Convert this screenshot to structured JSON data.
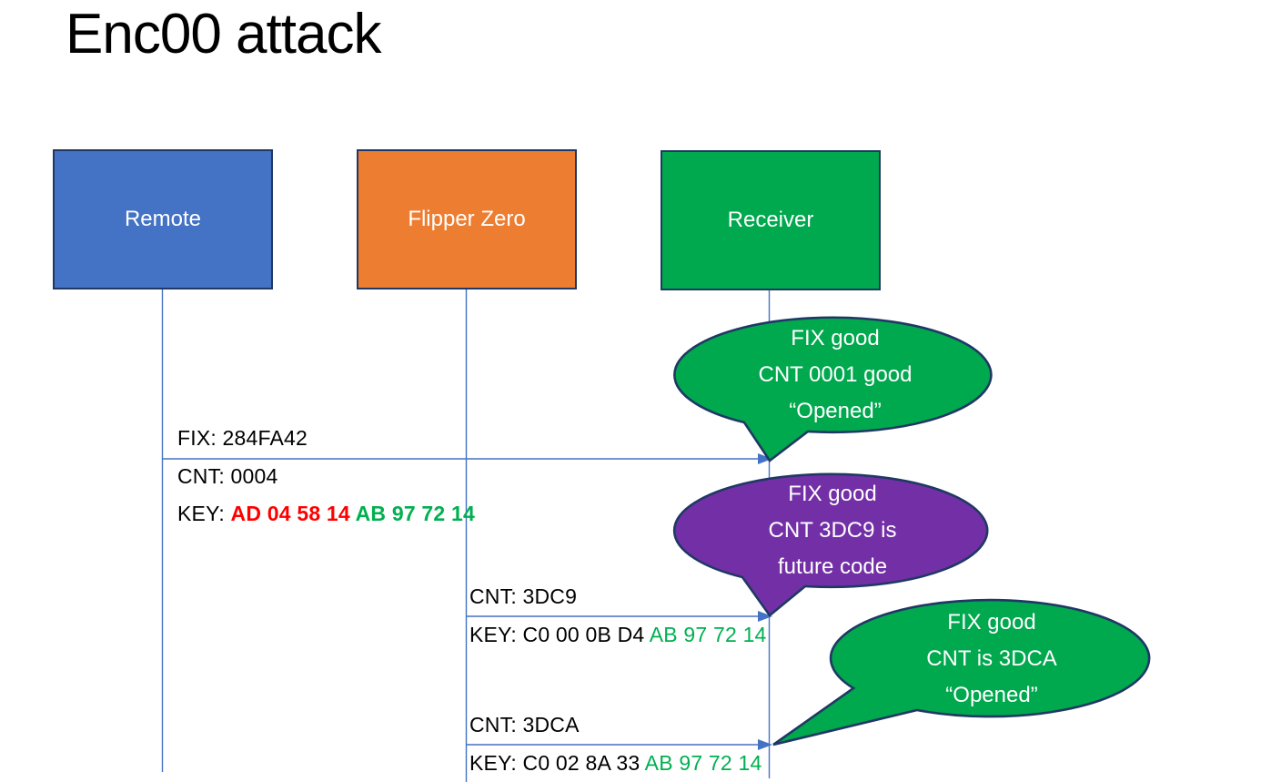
{
  "title": "Enc00 attack",
  "actors": {
    "remote": {
      "label": "Remote",
      "color": "#4472C4"
    },
    "flipper": {
      "label": "Flipper Zero",
      "color": "#ED7D31"
    },
    "receiver": {
      "label": "Receiver",
      "color": "#00A84E"
    }
  },
  "messages": {
    "m1": {
      "fix": "FIX: 284FA42",
      "cnt": "CNT: 0004",
      "key_prefix": "KEY: ",
      "key_red": "AD 04 58 14 ",
      "key_green": "AB 97 72 14"
    },
    "m2": {
      "cnt": "CNT: 3DC9",
      "key_prefix": "KEY: C0 00 0B D4 ",
      "key_green": "AB 97 72 14"
    },
    "m3": {
      "cnt": "CNT: 3DCA",
      "key_prefix": "KEY: C0 02 8A 33 ",
      "key_green": "AB 97 72 14"
    }
  },
  "bubbles": {
    "b1": {
      "color": "#00A84E",
      "lines": [
        "FIX good",
        "CNT 0001 good",
        "“Opened”"
      ]
    },
    "b2": {
      "color": "#7330A6",
      "lines": [
        "FIX good",
        "CNT 3DC9 is",
        "future code"
      ]
    },
    "b3": {
      "color": "#00A84E",
      "lines": [
        "FIX good",
        "CNT is 3DCA",
        "“Opened”"
      ]
    }
  },
  "colors": {
    "outline_navy": "#1F3864",
    "arrow_blue": "#4472C4",
    "key_red": "#FF0000",
    "key_green": "#00B050",
    "text_black": "#000000",
    "background": "#FFFFFF"
  }
}
